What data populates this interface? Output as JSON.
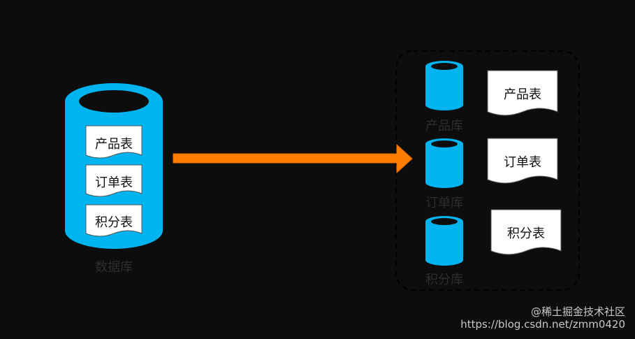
{
  "colors": {
    "background": "#0d0d0d",
    "cylinder": "#00b4f0",
    "arrow": "#ff7d00",
    "document_fill": "#ffffff",
    "label_text": "#2e2e2e",
    "group_border": "#000000"
  },
  "source": {
    "label": "数据库",
    "tables": [
      "产品表",
      "订单表",
      "积分表"
    ]
  },
  "arrow": {
    "icon": "right-arrow"
  },
  "targets": [
    {
      "db_label": "产品库",
      "table": "产品表"
    },
    {
      "db_label": "订单库",
      "table": "订单表"
    },
    {
      "db_label": "积分库",
      "table": "积分表"
    }
  ],
  "watermark": {
    "line1": "@稀土掘金技术社区",
    "line2": "https://blog.csdn.net/zmm0420"
  }
}
